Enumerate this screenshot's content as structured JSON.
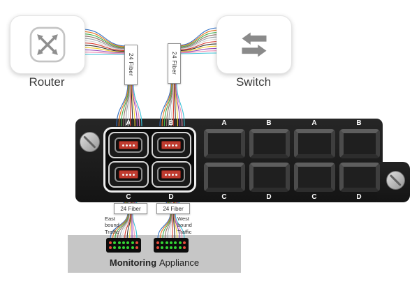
{
  "router": {
    "label": "Router"
  },
  "switch": {
    "label": "Switch"
  },
  "cables": {
    "router_tag": "24 Fiber",
    "switch_tag": "24 Fiber",
    "east_tag": "24 Fiber",
    "west_tag": "24 Fiber"
  },
  "traffic": {
    "east": "East bound Traffic",
    "west": "West bound Traffic"
  },
  "panel": {
    "top_labels": [
      "A",
      "B",
      "A",
      "B",
      "A",
      "B"
    ],
    "bottom_labels": [
      "C",
      "D",
      "C",
      "D",
      "C",
      "D"
    ]
  },
  "appliance": {
    "name_bold": "Monitoring",
    "name_rest": "Appliance"
  },
  "fiber_colors": [
    "#2f6fc4",
    "#e87722",
    "#3fae49",
    "#8d6e63",
    "#9aa0a6",
    "#d9d9d9",
    "#d8372a",
    "#333333",
    "#f2d12e",
    "#9347b8",
    "#ef8fb5",
    "#39c2d7"
  ],
  "led_pattern": [
    "#e74c3c",
    "#35d435",
    "#35d435",
    "#35d435",
    "#35d435",
    "#35d435",
    "#e74c3c"
  ]
}
